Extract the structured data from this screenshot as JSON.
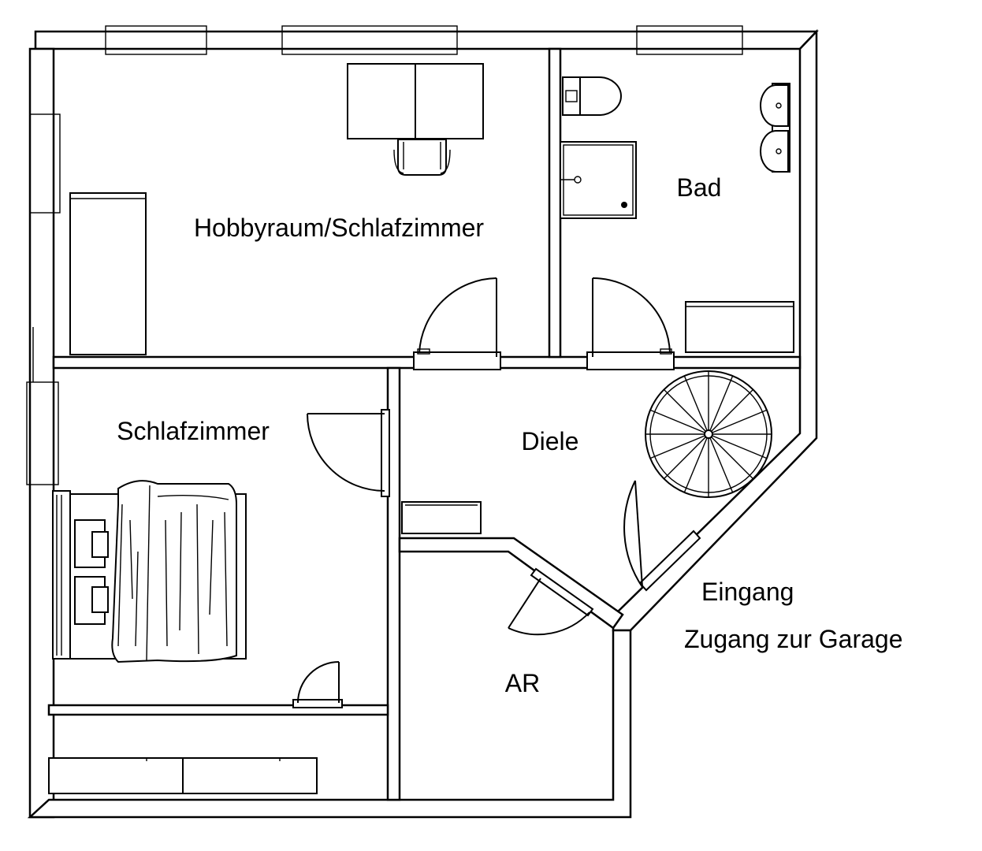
{
  "rooms": {
    "hobbyraum": "Hobbyraum/Schlafzimmer",
    "bad": "Bad",
    "schlafzimmer": "Schlafzimmer",
    "diele": "Diele",
    "ar": "AR"
  },
  "annotations": {
    "eingang": "Eingang",
    "garage": "Zugang zur Garage"
  },
  "colors": {
    "line": "#000000",
    "background": "#ffffff"
  }
}
